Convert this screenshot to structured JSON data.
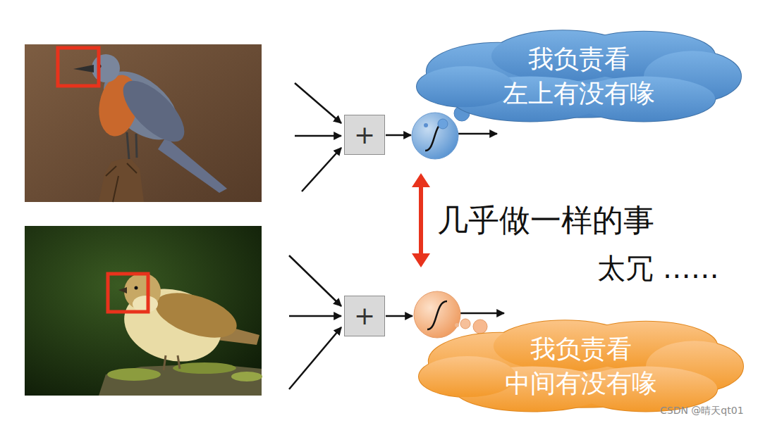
{
  "diagram": {
    "nodes": [
      {
        "text": [
          "我负责看 左上有没有喙"
        ]
      },
      {
        "text": [
          "+"
        ]
      },
      {
        "text": [
          "+"
        ]
      },
      {
        "text": [
          "我负责看 中间有没有喙"
        ]
      }
    ],
    "labels": [
      "几乎做一样的事",
      "太冗 ……",
      "CSDN @晴天qt01"
    ]
  }
}
